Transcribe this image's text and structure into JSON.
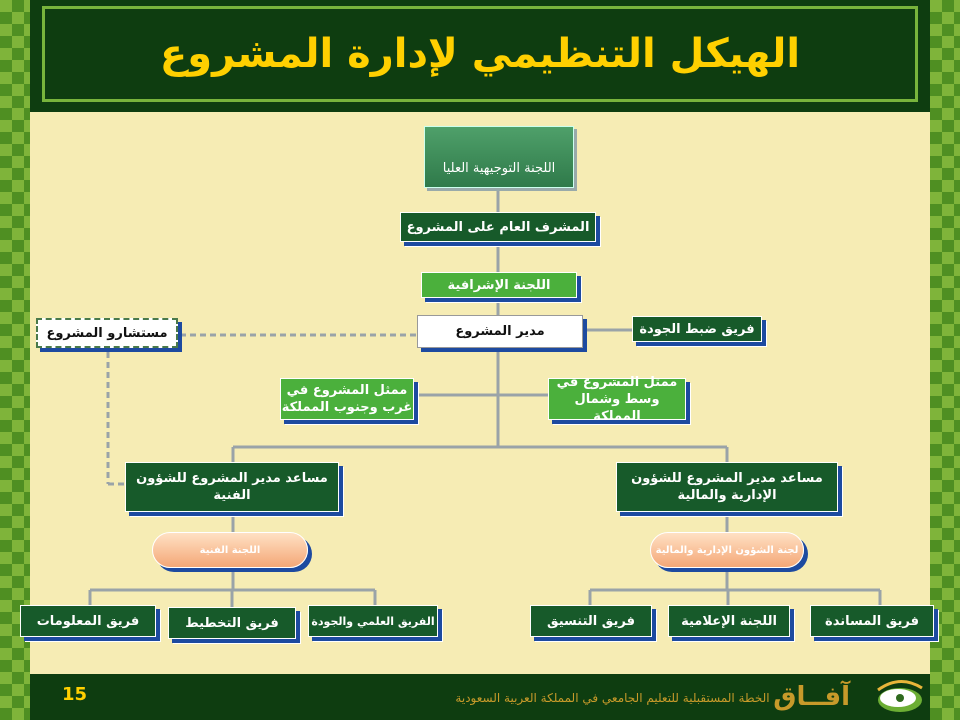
{
  "slide": {
    "title": "الهيكل التنظيمي لإدارة المشروع",
    "page_number": "15"
  },
  "footer": {
    "brand_name": "آفــاق",
    "brand_caption": "الخطة المستقبلية للتعليم الجامعي في المملكة العربية السعودية"
  },
  "chart": {
    "steering": "اللجنة التوجيهية العليا",
    "general_supervisor": "المشرف العام على المشروع",
    "supervisory_committee": "اللجنة الإشرافية",
    "project_manager": "مدير المشروع",
    "consultants": "مستشارو المشروع",
    "quality_team": "فريق ضبط الجودة",
    "rep_west_south": "ممثل المشروع في غرب وجنوب المملكة",
    "rep_center_north": "ممثل المشروع في وسط وشمال المملكة",
    "assistant_technical": "مساعد مدير المشروع للشؤون الفنية",
    "assistant_admin": "مساعد مدير المشروع للشؤون الإدارية والمالية",
    "technical_committee": "اللجنة الفنية",
    "admin_committee": "لجنة الشؤون الإدارية والمالية",
    "team_information": "فريق المعلومات",
    "team_planning": "فريق التخطيط",
    "team_scientific_quality": "الفريق العلمي والجودة",
    "team_coordination": "فريق التنسيق",
    "team_media": "اللجنة الإعلامية",
    "team_support": "فريق المساندة"
  },
  "colors": {
    "title_text": "#ffd000",
    "dark_green_box": "#175a2a",
    "light_green_box": "#4bb03c",
    "canvas": "#f6ecb4",
    "connector": "#9aa3a8"
  }
}
